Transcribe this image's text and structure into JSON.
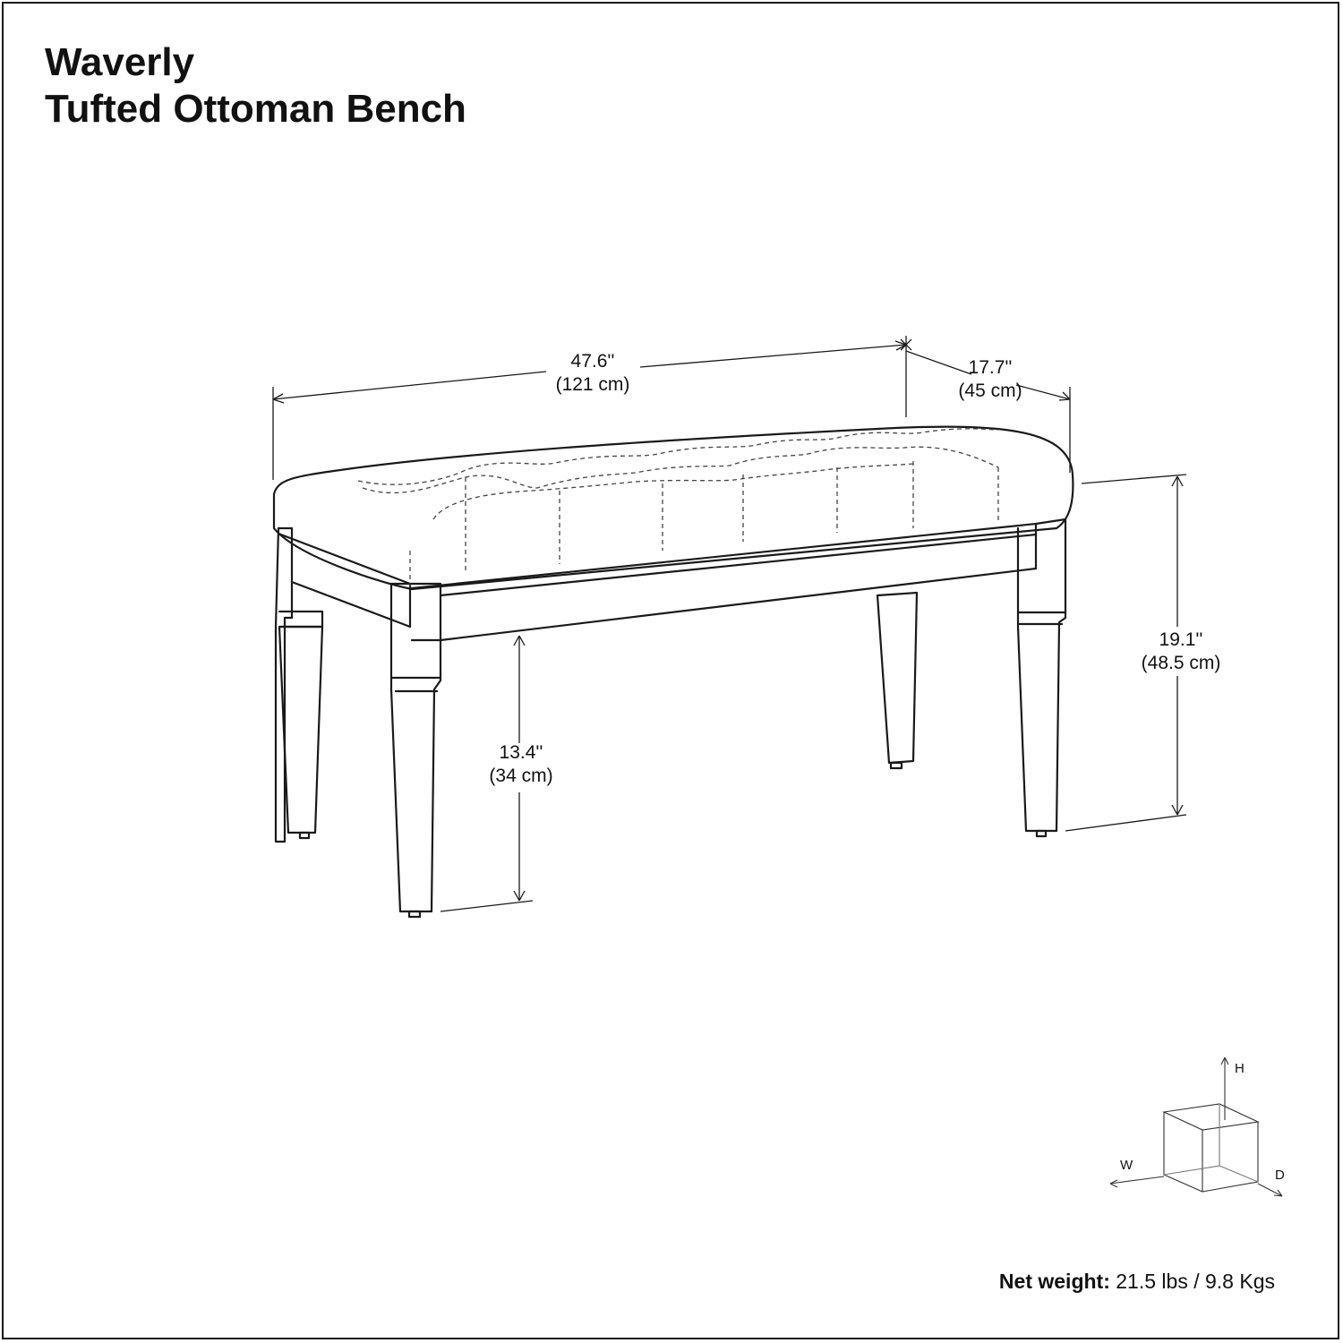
{
  "title": {
    "line1": "Waverly",
    "line2": "Tufted Ottoman Bench"
  },
  "dimensions": {
    "width": {
      "imperial": "47.6''",
      "metric": "(121 cm)"
    },
    "depth": {
      "imperial": "17.7''",
      "metric": "(45 cm)"
    },
    "height": {
      "imperial": "19.1''",
      "metric": "(48.5 cm)"
    },
    "clearance": {
      "imperial": "13.4''",
      "metric": "(34 cm)"
    }
  },
  "axis_key": {
    "h": "H",
    "w": "W",
    "d": "D"
  },
  "net_weight": {
    "label": "Net weight:",
    "value": "21.5 lbs / 9.8 Kgs"
  }
}
